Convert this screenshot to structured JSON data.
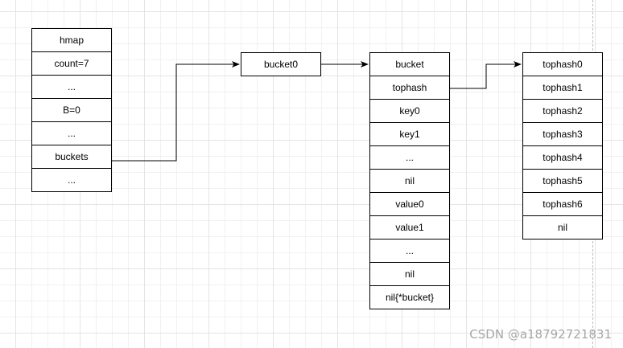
{
  "hmap": [
    "hmap",
    "count=7",
    "...",
    "B=0",
    "...",
    "buckets",
    "..."
  ],
  "bucket0": [
    "bucket0"
  ],
  "bucket": [
    "bucket",
    "tophash",
    "key0",
    "key1",
    "...",
    "nil",
    "value0",
    "value1",
    "...",
    "nil",
    "nil{*bucket}"
  ],
  "tophash": [
    "tophash0",
    "tophash1",
    "tophash2",
    "tophash3",
    "tophash4",
    "tophash5",
    "tophash6",
    "nil"
  ],
  "links": [
    {
      "from": "hmap-buckets",
      "to": "bucket0"
    },
    {
      "from": "bucket0",
      "to": "bucket-header"
    },
    {
      "from": "bucket-tophash",
      "to": "tophash0"
    }
  ],
  "colors": {
    "stroke": "#000000",
    "grid": "#e4e4e4",
    "watermark": "#a7a7a7"
  },
  "watermark": "CSDN @a18792721831"
}
